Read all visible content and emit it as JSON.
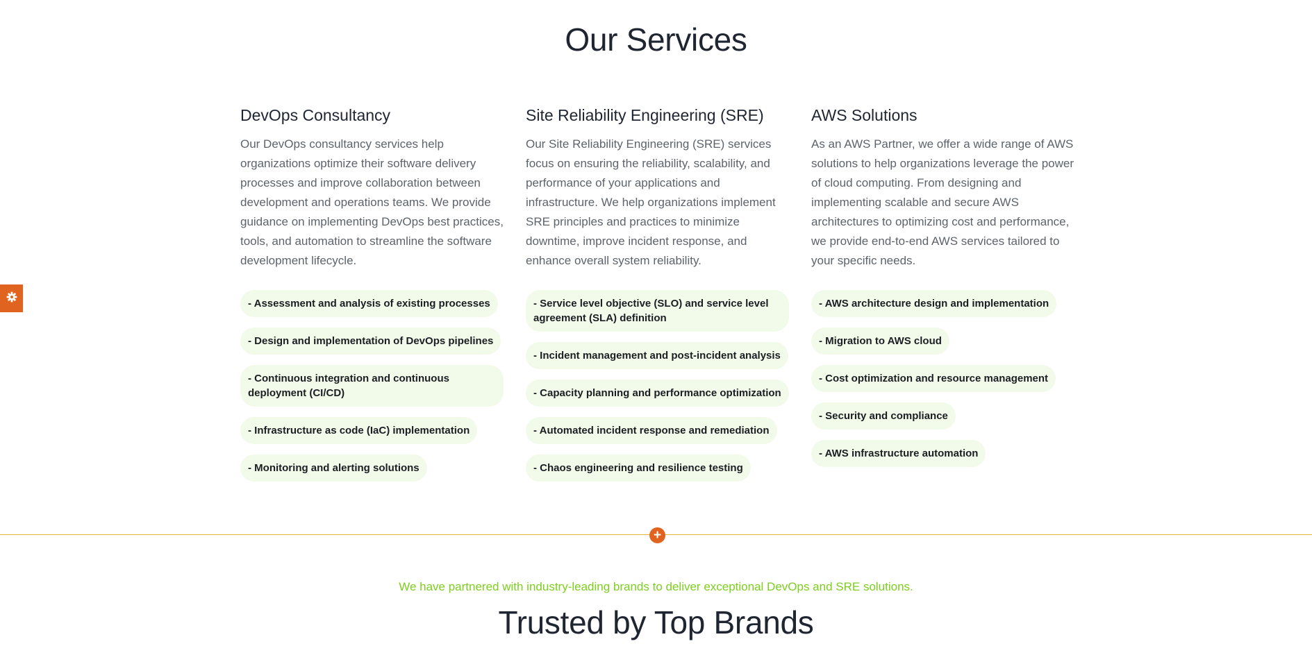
{
  "services": {
    "title": "Our Services",
    "columns": [
      {
        "title": "DevOps Consultancy",
        "description": "Our DevOps consultancy services help organizations optimize their software delivery processes and improve collaboration between development and operations teams. We provide guidance on implementing DevOps best practices, tools, and automation to streamline the software development lifecycle.",
        "items": [
          "- Assessment and analysis of existing processes",
          "- Design and implementation of DevOps pipelines",
          "- Continuous integration and continuous deployment (CI/CD)",
          "- Infrastructure as code (IaC) implementation",
          "- Monitoring and alerting solutions"
        ]
      },
      {
        "title": "Site Reliability Engineering (SRE)",
        "description": "Our Site Reliability Engineering (SRE) services focus on ensuring the reliability, scalability, and performance of your applications and infrastructure. We help organizations implement SRE principles and practices to minimize downtime, improve incident response, and enhance overall system reliability.",
        "items": [
          "- Service level objective (SLO) and service level agreement (SLA) definition",
          "- Incident management and post-incident analysis",
          "- Capacity planning and performance optimization",
          "- Automated incident response and remediation",
          "- Chaos engineering and resilience testing"
        ]
      },
      {
        "title": "AWS Solutions",
        "description": "As an AWS Partner, we offer a wide range of AWS solutions to help organizations leverage the power of cloud computing. From designing and implementing scalable and secure AWS architectures to optimizing cost and performance, we provide end-to-end AWS services tailored to your specific needs.",
        "items": [
          "- AWS architecture design and implementation",
          "- Migration to AWS cloud",
          "- Cost optimization and resource management",
          "- Security and compliance",
          "- AWS infrastructure automation"
        ]
      }
    ]
  },
  "divider": {
    "add_icon": "plus-icon",
    "add_symbol": "+"
  },
  "settings": {
    "icon": "gear-icon"
  },
  "brands": {
    "subtitle": "We have partnered with industry-leading brands to deliver exceptional DevOps and SRE solutions.",
    "title": "Trusted by Top Brands"
  },
  "colors": {
    "accent": "#e0641f",
    "chip_background": "#f2fae9",
    "partner_text": "#7ccf1f",
    "divider": "#e9b83a"
  }
}
